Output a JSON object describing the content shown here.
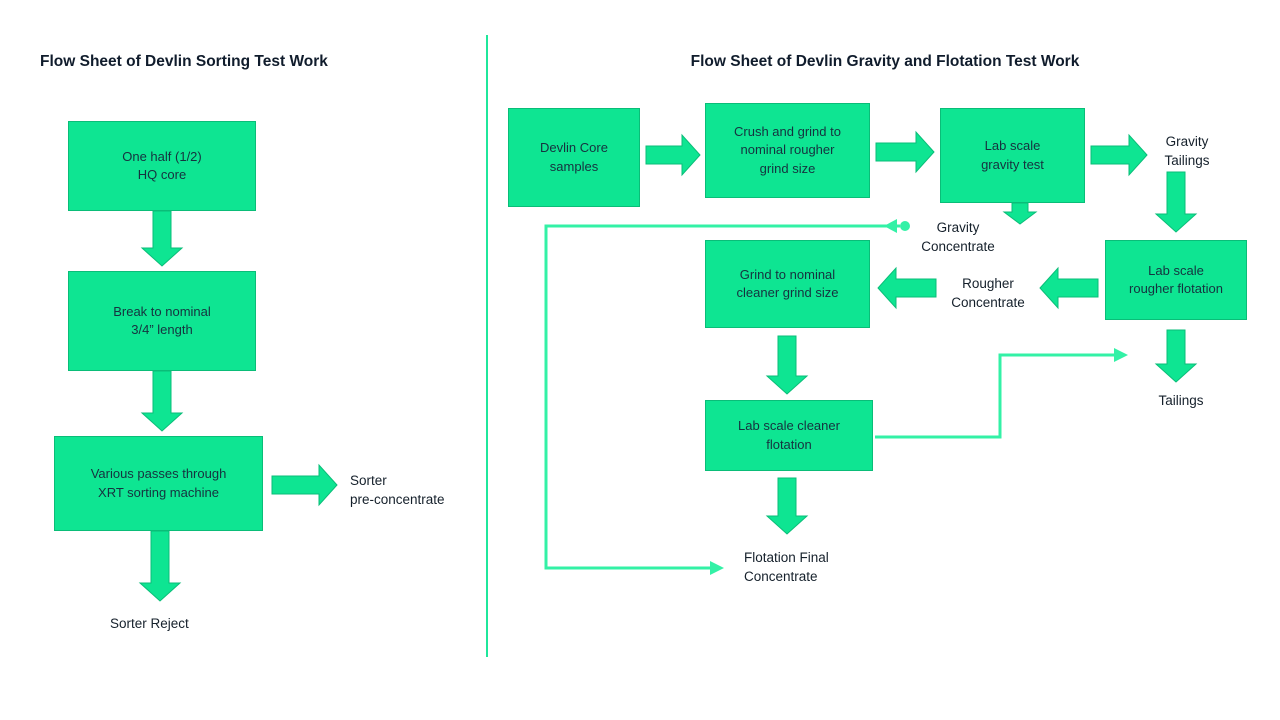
{
  "colors": {
    "box_fill": "#0ee592",
    "box_stroke": "#0abd78",
    "arrow_fill": "#0ee592",
    "arrow_stroke": "#0abd78",
    "line": "#33f1a6",
    "divider": "#1fe79b"
  },
  "left": {
    "title": "Flow Sheet of Devlin Sorting Test Work",
    "boxes": [
      {
        "text": "One half (1/2)\nHQ core"
      },
      {
        "text": "Break to nominal\n3/4” length"
      },
      {
        "text": "Various passes through\nXRT sorting machine"
      }
    ],
    "labels": [
      {
        "text": "Sorter\npre-concentrate"
      },
      {
        "text": "Sorter Reject"
      }
    ]
  },
  "right": {
    "title": "Flow Sheet of Devlin Gravity and Flotation Test Work",
    "boxes": [
      {
        "text": "Devlin Core\nsamples"
      },
      {
        "text": "Crush and grind to\nnominal rougher\ngrind size"
      },
      {
        "text": "Lab scale\ngravity test"
      },
      {
        "text": "Lab scale\nrougher flotation"
      },
      {
        "text": "Grind to nominal\ncleaner grind size"
      },
      {
        "text": "Lab scale cleaner\nflotation"
      }
    ],
    "labels": [
      {
        "text": "Gravity\nTailings"
      },
      {
        "text": "Gravity\nConcentrate"
      },
      {
        "text": "Rougher\nConcentrate"
      },
      {
        "text": "Tailings"
      },
      {
        "text": "Flotation Final\nConcentrate"
      }
    ]
  }
}
